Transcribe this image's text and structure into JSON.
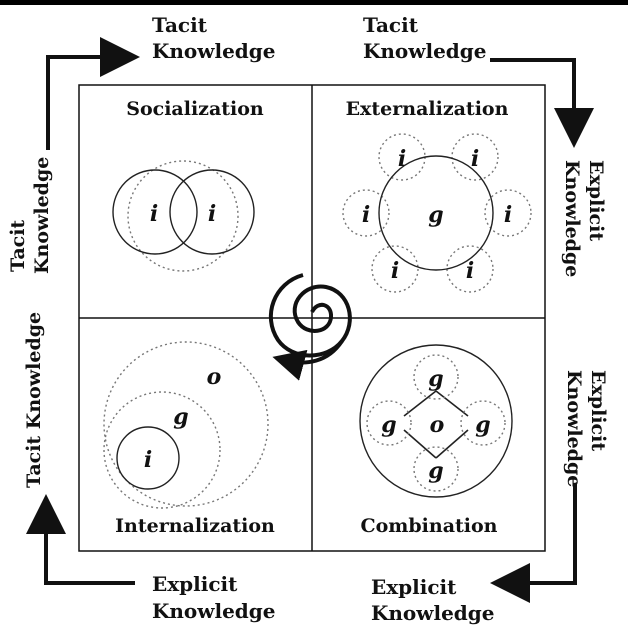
{
  "corner_labels": {
    "top_left": {
      "line1": "Tacit",
      "line2": "Knowledge"
    },
    "top_right": {
      "line1": "Tacit",
      "line2": "Knowledge"
    },
    "bottom_left": {
      "line1": "Explicit",
      "line2": "Knowledge"
    },
    "bottom_right": {
      "line1": "Explicit",
      "line2": "Knowledge"
    }
  },
  "side_labels": {
    "left_upper": {
      "line1": "Tacit",
      "line2": "Knowledge"
    },
    "left_lower": "Tacit Knowledge",
    "right_upper": {
      "line1": "Explicit",
      "line2": "Knowledge"
    },
    "right_lower": {
      "line1": "Explicit",
      "line2": "Knowledge"
    }
  },
  "quadrants": {
    "socialization": {
      "title": "Socialization",
      "letters": [
        "i",
        "i"
      ]
    },
    "externalization": {
      "title": "Externalization",
      "center": "g",
      "satellites": [
        "i",
        "i",
        "i",
        "i",
        "i",
        "i"
      ]
    },
    "internalization": {
      "title": "Internalization",
      "letters": [
        "o",
        "g",
        "i"
      ]
    },
    "combination": {
      "title": "Combination",
      "center": "o",
      "nodes": [
        "g",
        "g",
        "g",
        "g"
      ]
    }
  }
}
